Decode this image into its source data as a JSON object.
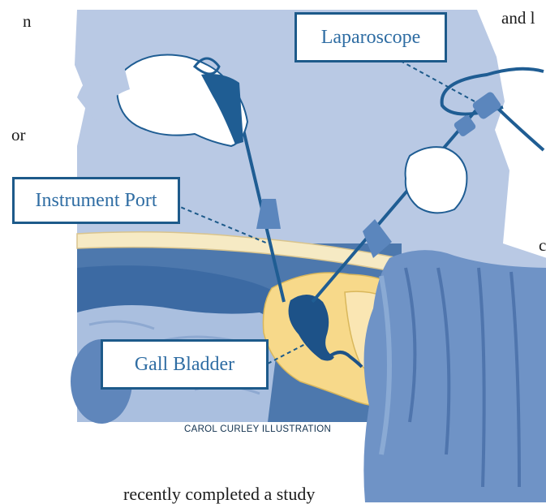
{
  "page_text": {
    "line_1_fragment": "n",
    "line_2_fragment": "or",
    "top_right_fragment": "and l",
    "right_mid_fragment": "c",
    "bottom_text": "recently completed a study"
  },
  "labels": {
    "laparoscope": "Laparoscope",
    "instrument_port": "Instrument Port",
    "gall_bladder": "Gall Bladder"
  },
  "credit": "CAROL CURLEY ILLUSTRATION",
  "colors": {
    "label_border": "#1d5a8a",
    "label_text": "#2f6da3",
    "instrument": "#1f5d93",
    "gall_bladder": "#1d5288",
    "liver": "#f7d98a",
    "abdominal_wall": "#f6eac4",
    "background_wash": "#b9c9e4",
    "drape": "#6f93c6"
  }
}
